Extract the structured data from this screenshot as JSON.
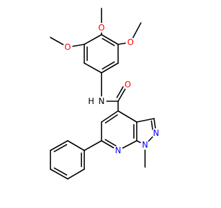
{
  "colors": {
    "background": "#ffffff",
    "bond": "#000000",
    "oxygen": "#ff0000",
    "nitrogen": "#0000ff",
    "carbon_text": "#000000"
  },
  "atom_labels": {
    "o_top": "O",
    "o_left": "O",
    "o_right": "O",
    "nh": "N",
    "h": "H",
    "o_carbonyl": "O",
    "n_pyrazole": "N",
    "n_pyridine": "N",
    "n_methyl": "N"
  }
}
